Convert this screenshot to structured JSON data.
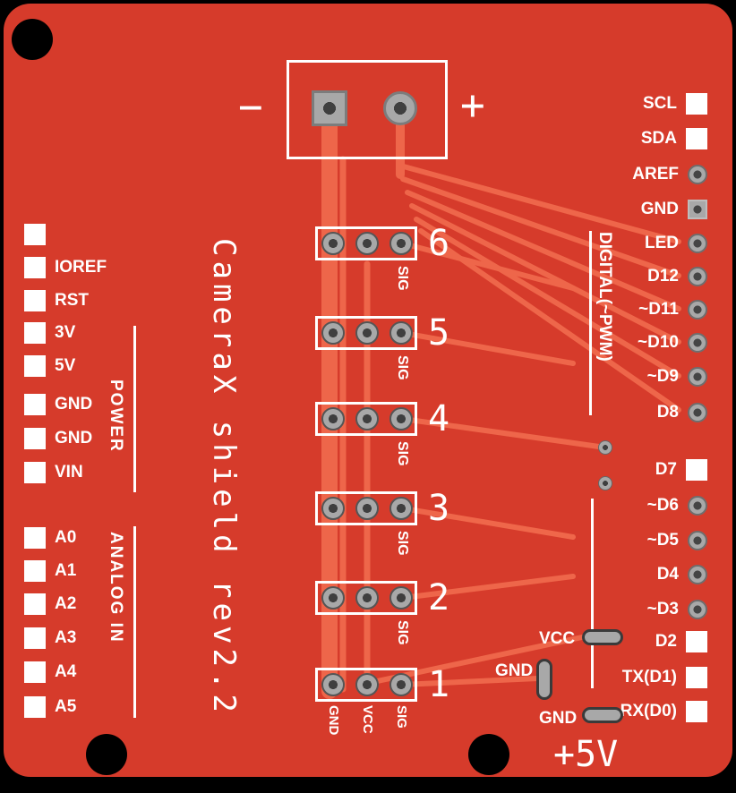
{
  "board": {
    "title": "CameraX shield rev2.2",
    "plus5v": "+5V",
    "colors": {
      "board": "#d63b2b",
      "trace": "#f0694c",
      "silkscreen": "#ffffff",
      "pad": "#a8a8a8",
      "hole": "#454545"
    }
  },
  "power_connector": {
    "minus": "−",
    "plus": "+"
  },
  "digital_section_label": "DIGITAL(~PWM)",
  "power_section_label": "POWER",
  "analog_section_label": "ANALOG IN",
  "right_pins_top": [
    {
      "label": "SCL"
    },
    {
      "label": "SDA"
    },
    {
      "label": "AREF"
    },
    {
      "label": "GND"
    },
    {
      "label": "LED"
    },
    {
      "label": "D12"
    },
    {
      "label": "~D11"
    },
    {
      "label": "~D10"
    },
    {
      "label": "~D9"
    },
    {
      "label": "D8"
    }
  ],
  "right_pins_bottom": [
    {
      "label": "D7"
    },
    {
      "label": "~D6"
    },
    {
      "label": "~D5"
    },
    {
      "label": "D4"
    },
    {
      "label": "~D3"
    },
    {
      "label": "D2"
    },
    {
      "label": "TX(D1)"
    },
    {
      "label": "RX(D0)"
    }
  ],
  "left_power_pins": [
    "",
    "IOREF",
    "RST",
    "3V",
    "5V",
    "GND",
    "GND",
    "VIN"
  ],
  "analog_pins": [
    "A0",
    "A1",
    "A2",
    "A3",
    "A4",
    "A5"
  ],
  "connectors": [
    {
      "number": "6",
      "sig": "SIG"
    },
    {
      "number": "5",
      "sig": "SIG"
    },
    {
      "number": "4",
      "sig": "SIG"
    },
    {
      "number": "3",
      "sig": "SIG"
    },
    {
      "number": "2",
      "sig": "SIG"
    },
    {
      "number": "1",
      "sig": "SIG"
    }
  ],
  "connector1_pin_labels": [
    "GND",
    "VCC",
    "SIG"
  ],
  "bottom_pads": {
    "vcc_label": "VCC",
    "gnd1_label": "GND",
    "gnd2_label": "GND"
  }
}
